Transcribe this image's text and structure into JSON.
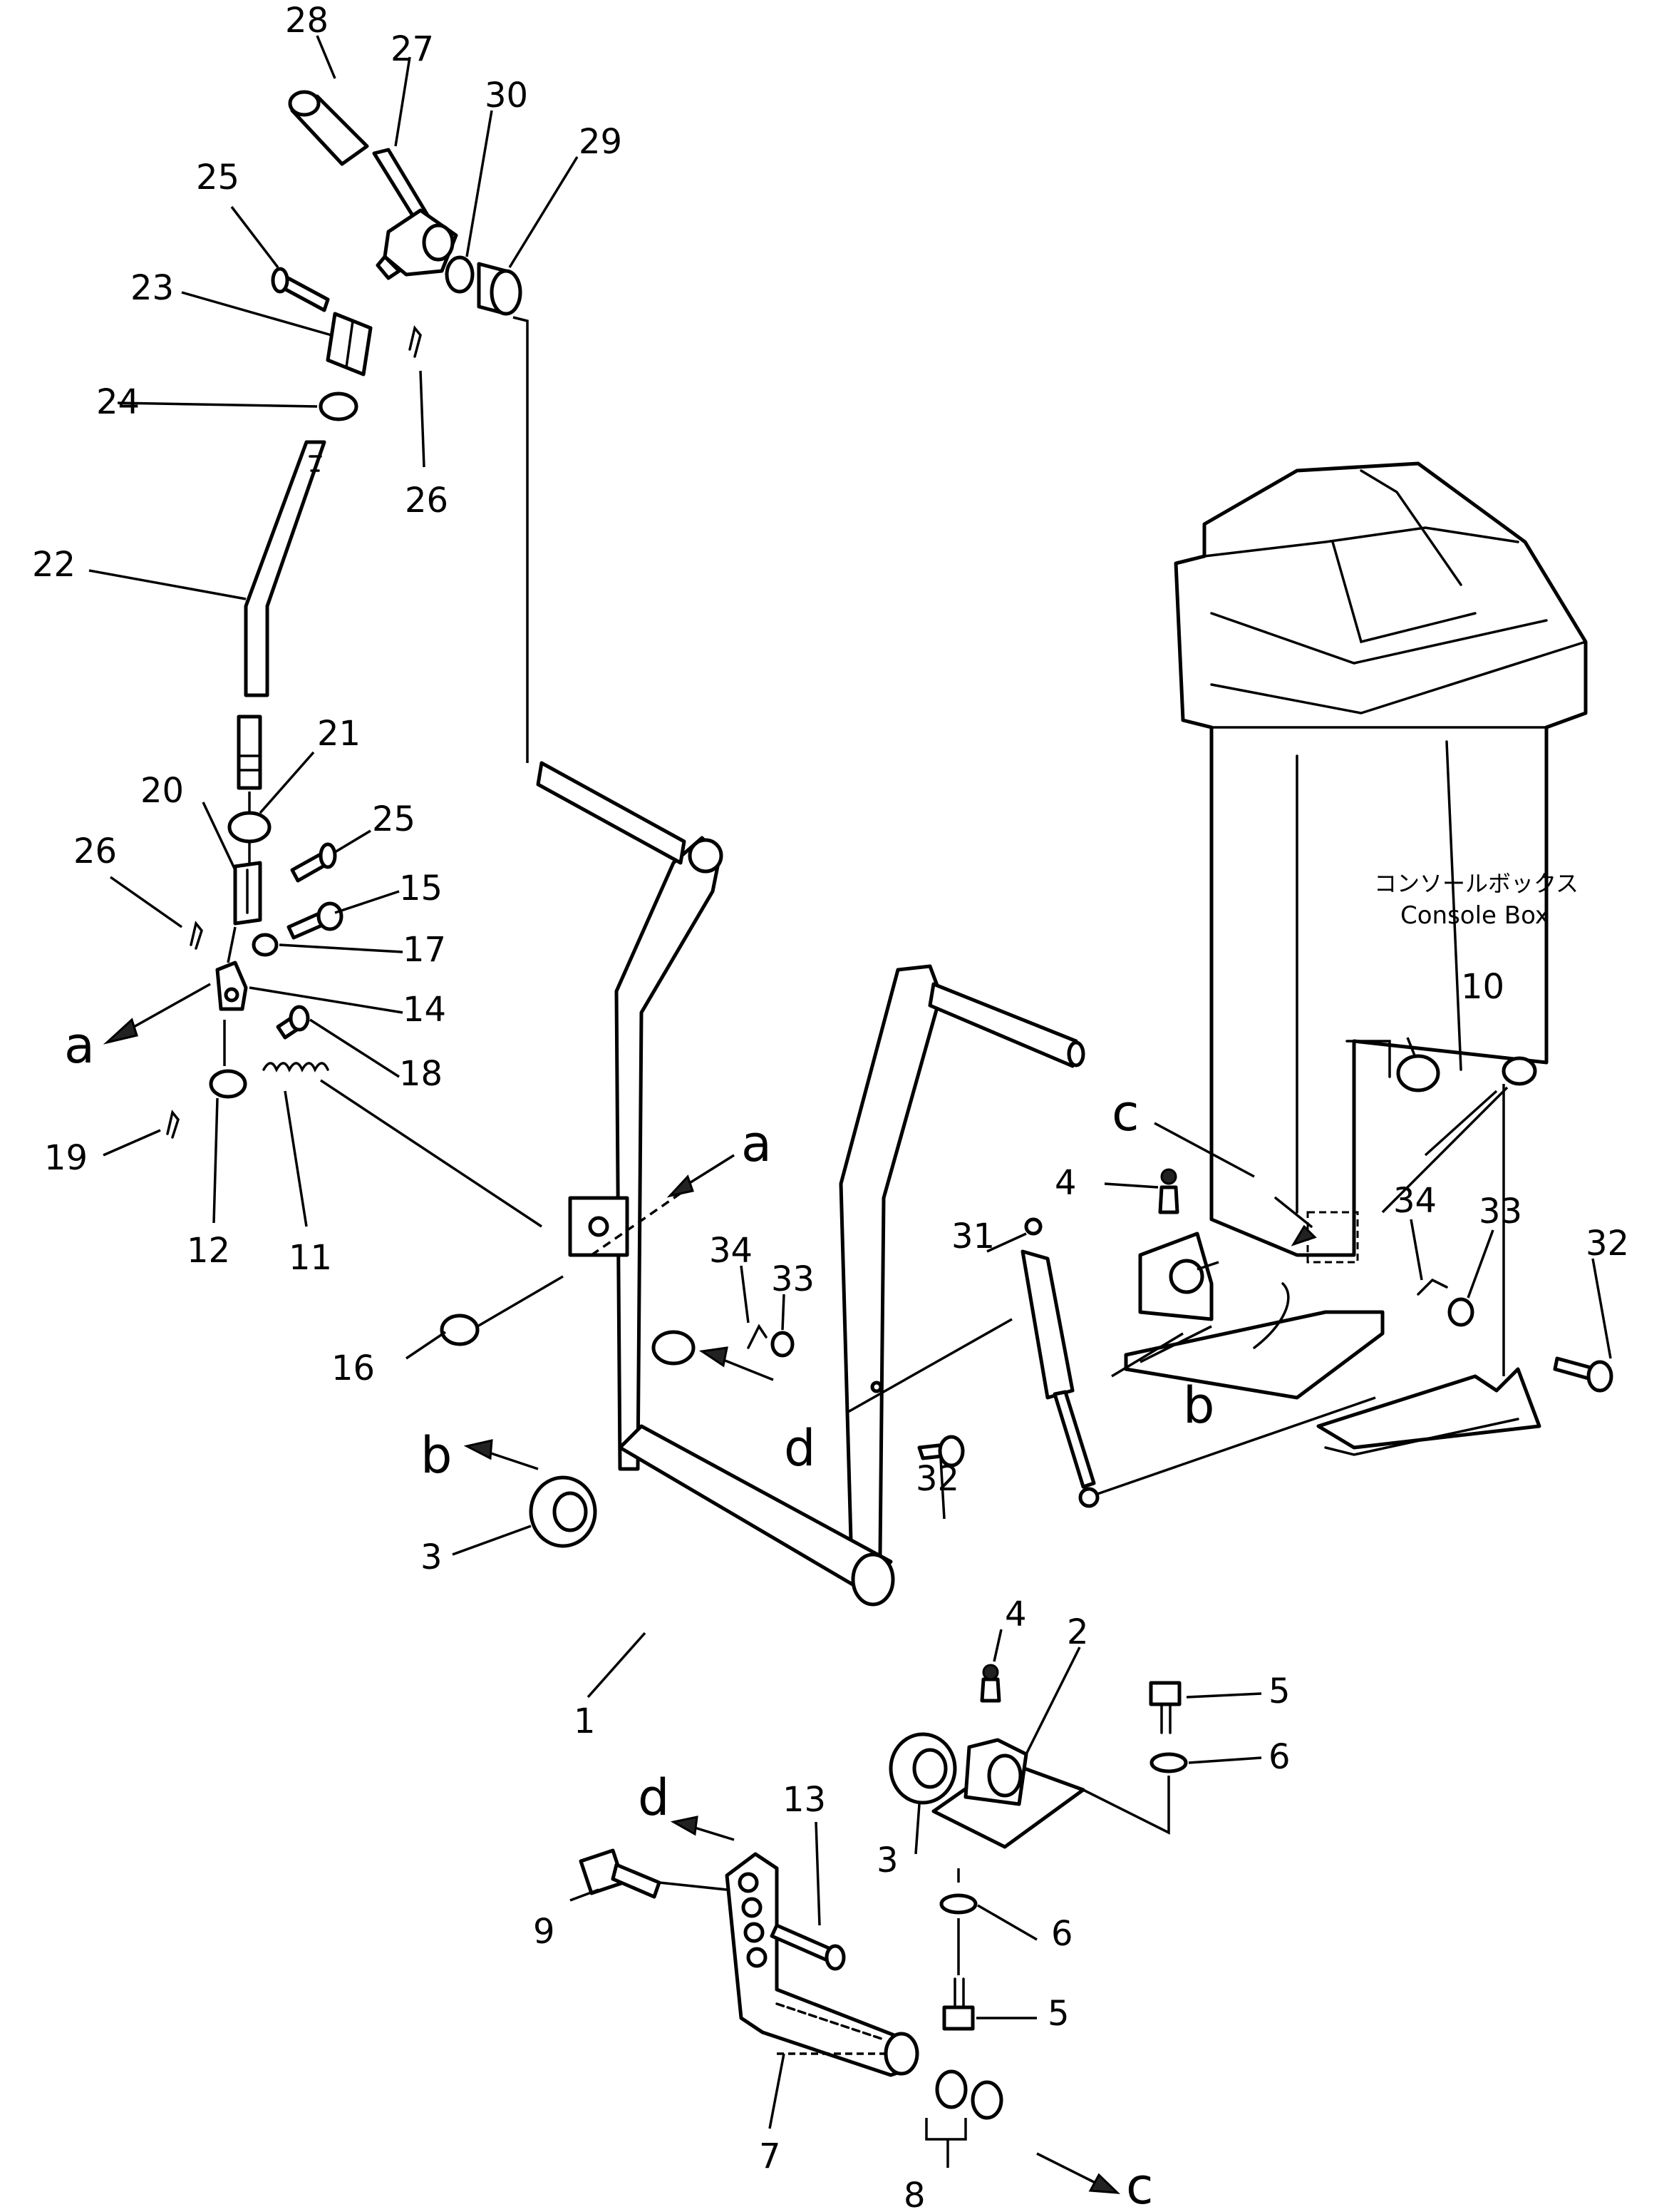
{
  "labels": {
    "p1": "1",
    "p2": "2",
    "p3a": "3",
    "p3b": "3",
    "p4a": "4",
    "p4b": "4",
    "p5a": "5",
    "p5b": "5",
    "p6a": "6",
    "p6b": "6",
    "p7": "7",
    "p8": "8",
    "p9": "9",
    "p10": "10",
    "p11": "11",
    "p12": "12",
    "p13": "13",
    "p14": "14",
    "p15": "15",
    "p16": "16",
    "p17": "17",
    "p18": "18",
    "p19": "19",
    "p20": "20",
    "p21": "21",
    "p22": "22",
    "p23": "23",
    "p24": "24",
    "p25a": "25",
    "p25b": "25",
    "p26a": "26",
    "p26b": "26",
    "p27": "27",
    "p28": "28",
    "p29": "29",
    "p30": "30",
    "p31": "31",
    "p32a": "32",
    "p32b": "32",
    "p33a": "33",
    "p33b": "33",
    "p34a": "34",
    "p34b": "34"
  },
  "refs": {
    "a1": "a",
    "a2": "a",
    "b1": "b",
    "b2": "b",
    "c1": "c",
    "c2": "c",
    "d1": "d",
    "d2": "d"
  },
  "console_box": {
    "label_jp": "コンソールボックス",
    "label_en": "Console Box"
  }
}
